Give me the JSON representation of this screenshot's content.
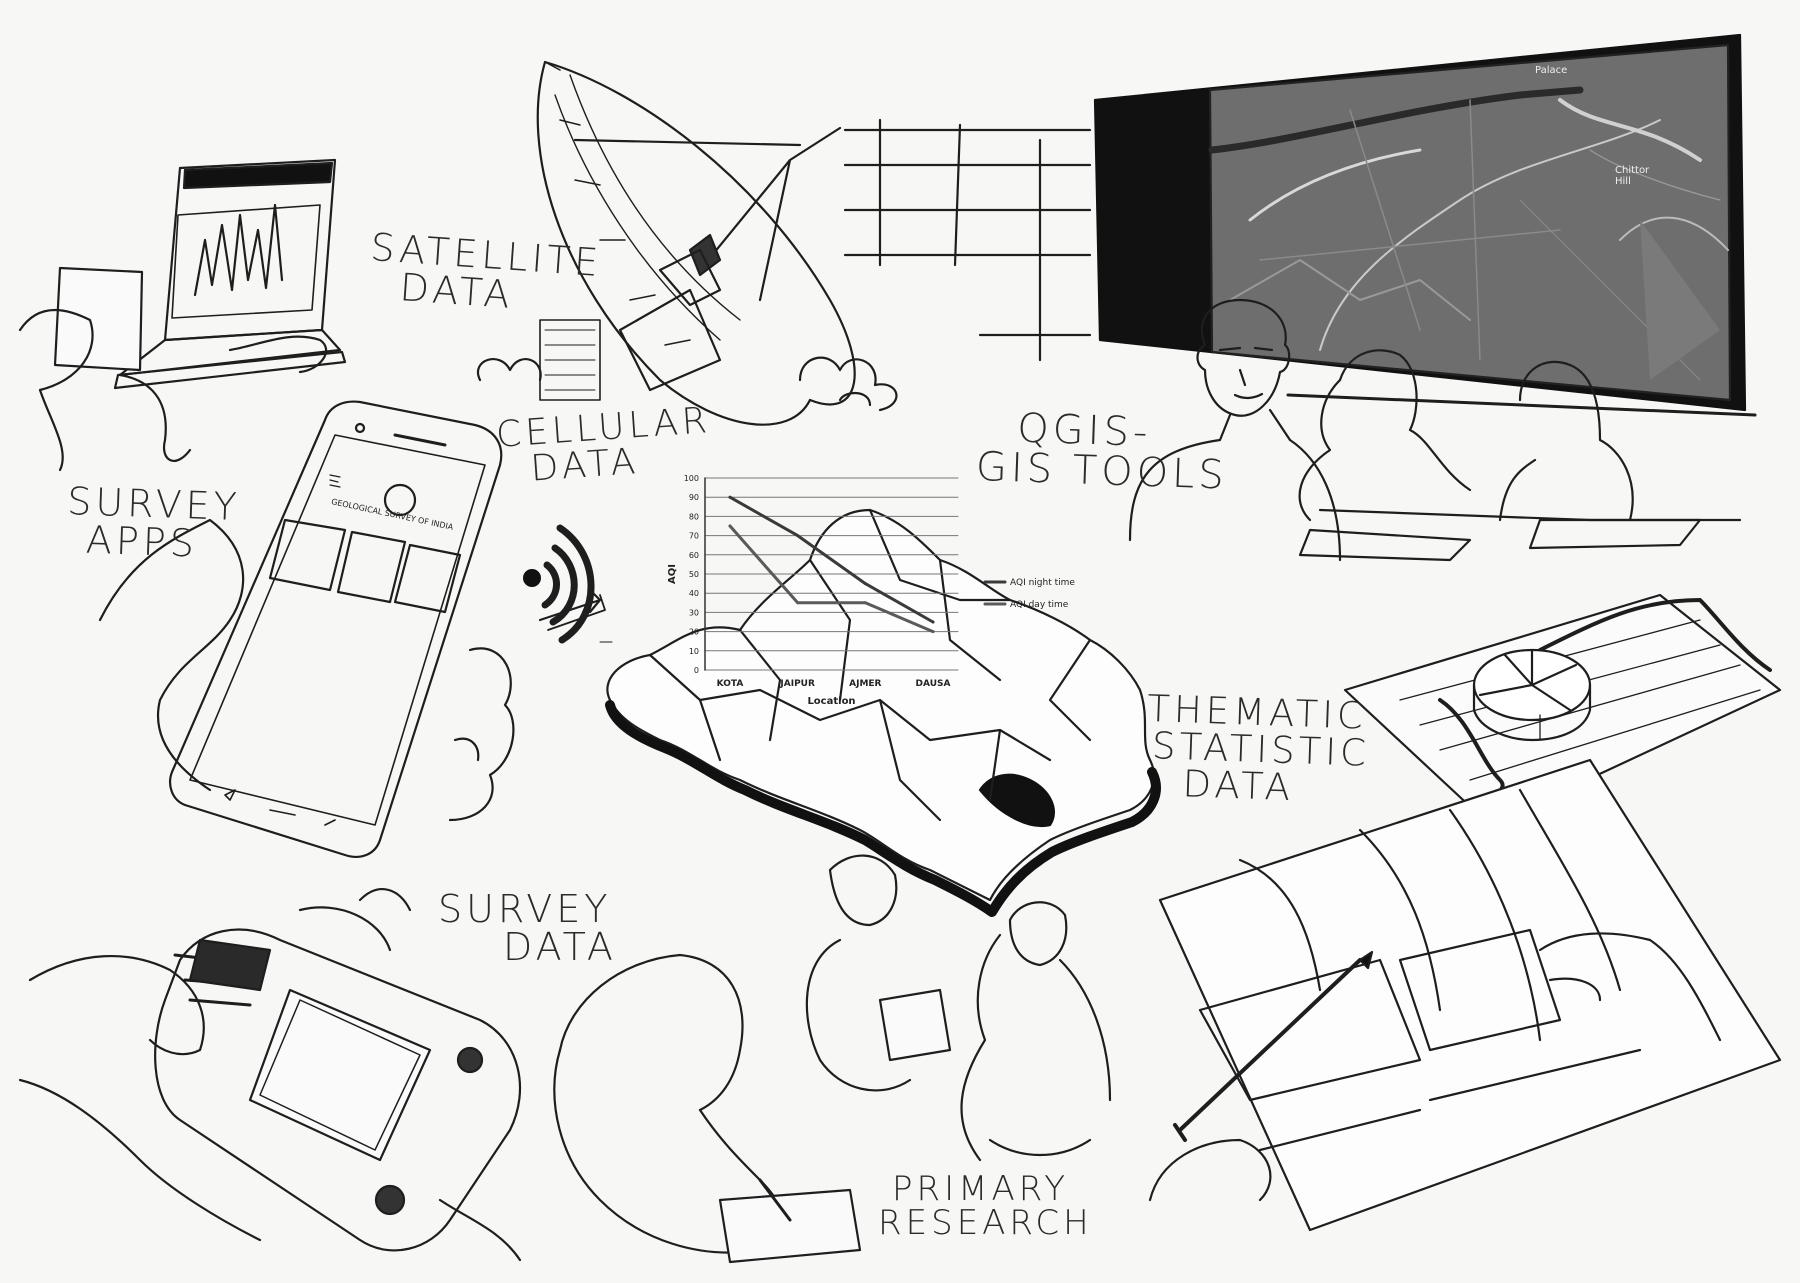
{
  "labels": {
    "satellite": [
      "SATELLITE",
      "DATA"
    ],
    "cellular": [
      "CELLULAR",
      "DATA"
    ],
    "qgis": [
      "QGIS-",
      "GIS TOOLS"
    ],
    "survey_apps": [
      "SURVEY",
      "APPS"
    ],
    "thematic": [
      "THEMATIC",
      "STATISTIC",
      "DATA"
    ],
    "survey_data": [
      "SURVEY",
      "DATA"
    ],
    "primary": [
      "PRIMARY",
      "RESEARCH"
    ]
  },
  "phone": {
    "app_title": "GEOLOGICAL SURVEY OF INDIA"
  },
  "screen_map": {
    "labels": [
      "Palace",
      "Chittor Hill"
    ]
  },
  "chart_data": {
    "type": "line",
    "title": "",
    "xlabel": "Location",
    "ylabel": "AQI",
    "categories": [
      "KOTA",
      "JAIPUR",
      "AJMER",
      "DAUSA"
    ],
    "ylim": [
      0,
      100
    ],
    "yticks": [
      0,
      10,
      20,
      30,
      40,
      50,
      60,
      70,
      80,
      90,
      100
    ],
    "series": [
      {
        "name": "AQI night time",
        "values": [
          90,
          70,
          45,
          25
        ]
      },
      {
        "name": "AQI day time",
        "values": [
          75,
          35,
          35,
          20
        ]
      }
    ],
    "legend": "right"
  },
  "colors": {
    "ink": "#1e1e1e",
    "paper": "#f7f7f5",
    "map_dark": "#555555"
  }
}
